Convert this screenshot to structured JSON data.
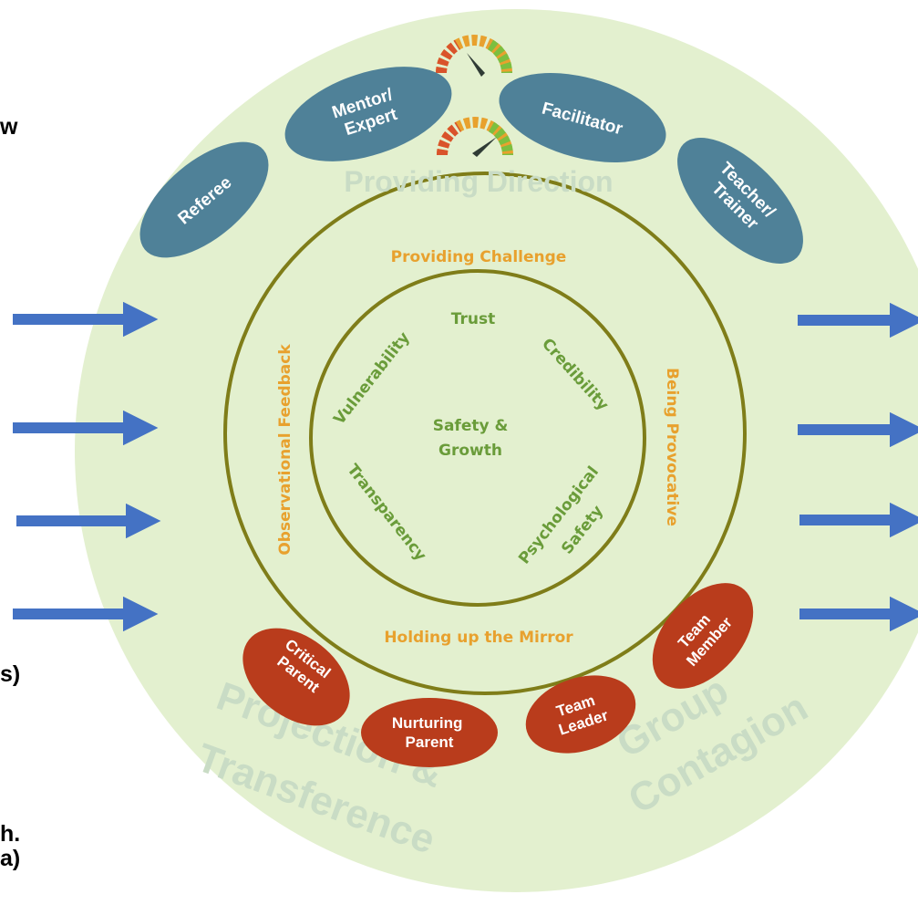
{
  "left_edge_text": [
    "w",
    "s)",
    "h.",
    "a)"
  ],
  "top": {
    "section_label": "Providing Direction",
    "roles": [
      "Referee",
      "Mentor/ Expert",
      "Facilitator",
      "Teacher/ Trainer"
    ]
  },
  "middle_ring": {
    "top": "Providing Challenge",
    "right": "Being Provocative",
    "bottom": "Holding up the Mirror",
    "left": "Observational Feedback"
  },
  "inner_ring": {
    "top": "Trust",
    "upper_left": "Vulnerability",
    "upper_right": "Credibility",
    "lower_left": "Transparency",
    "lower_right_line1": "Psychological",
    "lower_right_line2": "Safety",
    "center_line1": "Safety &",
    "center_line2": "Growth"
  },
  "bottom": {
    "left_label_line1": "Projection &",
    "left_label_line2": "Transference",
    "right_label_line1": "Group",
    "right_label_line2": "Contagion",
    "roles": {
      "critical_parent": [
        "Critical",
        "Parent"
      ],
      "nurturing_parent": [
        "Nurturing",
        "Parent"
      ],
      "team_leader": [
        "Team",
        "Leader"
      ],
      "team_member": [
        "Team",
        "Member"
      ]
    }
  },
  "colors": {
    "outer_disc": "#e3f0cf",
    "ring_stroke": "#7f7d19",
    "orange_text": "#e8a12e",
    "green_text": "#6a9c3a",
    "faded_label": "#c9dcc5",
    "blue_role": "#4f8198",
    "red_role": "#b93c1c",
    "arrow": "#4472c4"
  },
  "icons": [
    "gauge-icon",
    "arrow-right-icon"
  ]
}
